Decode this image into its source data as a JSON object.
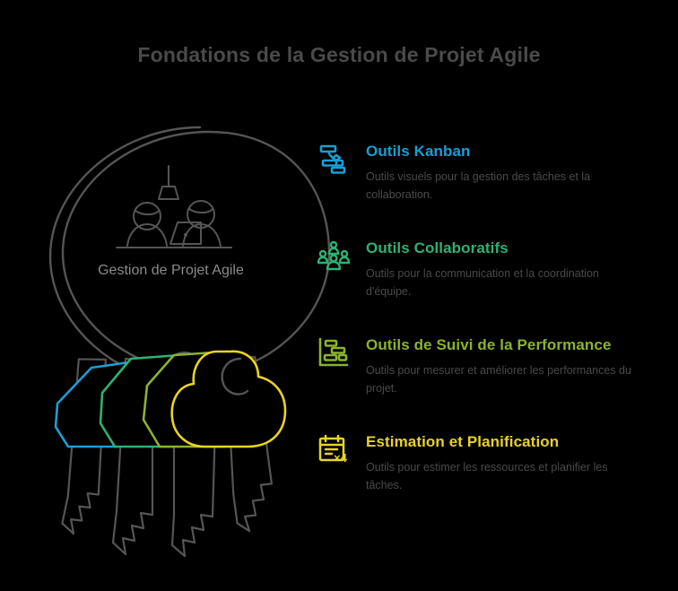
{
  "header": {
    "title": "Fondations de la Gestion de Projet Agile"
  },
  "illustration": {
    "center_label": "Gestion de Projet Agile",
    "scene_icon": "people-at-desk-icon",
    "keyring_icon": "keyring-icon",
    "keys": [
      {
        "name": "key-blue",
        "color": "#1a9ed4"
      },
      {
        "name": "key-green",
        "color": "#2fb173"
      },
      {
        "name": "key-olive",
        "color": "#8cb22e"
      },
      {
        "name": "key-yellow",
        "color": "#e8d324"
      }
    ],
    "outline_color": "#555555"
  },
  "items": [
    {
      "id": "outils-kanban",
      "title": "Outils Kanban",
      "description": "Outils visuels pour la gestion des tâches et la collaboration.",
      "color": "#1a9ed4",
      "icon": "workflow-board-icon"
    },
    {
      "id": "outils-collaboratifs",
      "title": "Outils Collaboratifs",
      "description": "Outils pour la communication et la coordination d'équipe.",
      "color": "#2fb173",
      "icon": "team-group-icon"
    },
    {
      "id": "outils-suivi-performance",
      "title": "Outils de Suivi de la Performance",
      "description": "Outils pour mesurer et améliorer les performances du projet.",
      "color": "#8cb22e",
      "icon": "gantt-chart-icon"
    },
    {
      "id": "estimation-planification",
      "title": "Estimation et Planification",
      "description": "Outils pour estimer les ressources et planifier les tâches.",
      "color": "#e8d324",
      "icon": "calendar-multiplier-icon",
      "icon_badge": "×4"
    }
  ],
  "colors": {
    "background": "#000000",
    "title": "#4a4a4a",
    "body_text": "#4a4a4a",
    "caption": "#8a8a8a",
    "blue": "#1a9ed4",
    "green": "#2fb173",
    "olive": "#8cb22e",
    "yellow": "#e8d324",
    "line": "#555555"
  }
}
